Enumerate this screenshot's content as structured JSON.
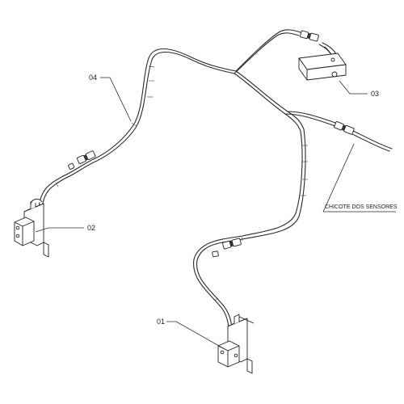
{
  "diagram": {
    "callouts": {
      "c01": "01",
      "c02": "02",
      "c03": "03",
      "c04": "04",
      "harness": "CHICOTE DOS SENSORES"
    }
  }
}
